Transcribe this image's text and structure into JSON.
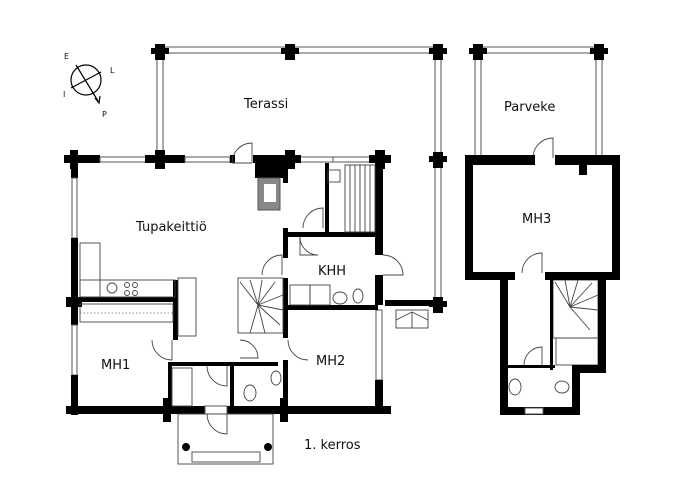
{
  "plan": {
    "floor_label": "1. kerros",
    "rooms": {
      "terrace": "Terassi",
      "balcony": "Parveke",
      "living_kitchen": "Tupakeittiö",
      "utility_room": "KHH",
      "bedroom1": "MH1",
      "bedroom2": "MH2",
      "bedroom3": "MH3"
    },
    "compass": {
      "north": "P",
      "south": "E",
      "east": "I",
      "west": "L"
    }
  }
}
